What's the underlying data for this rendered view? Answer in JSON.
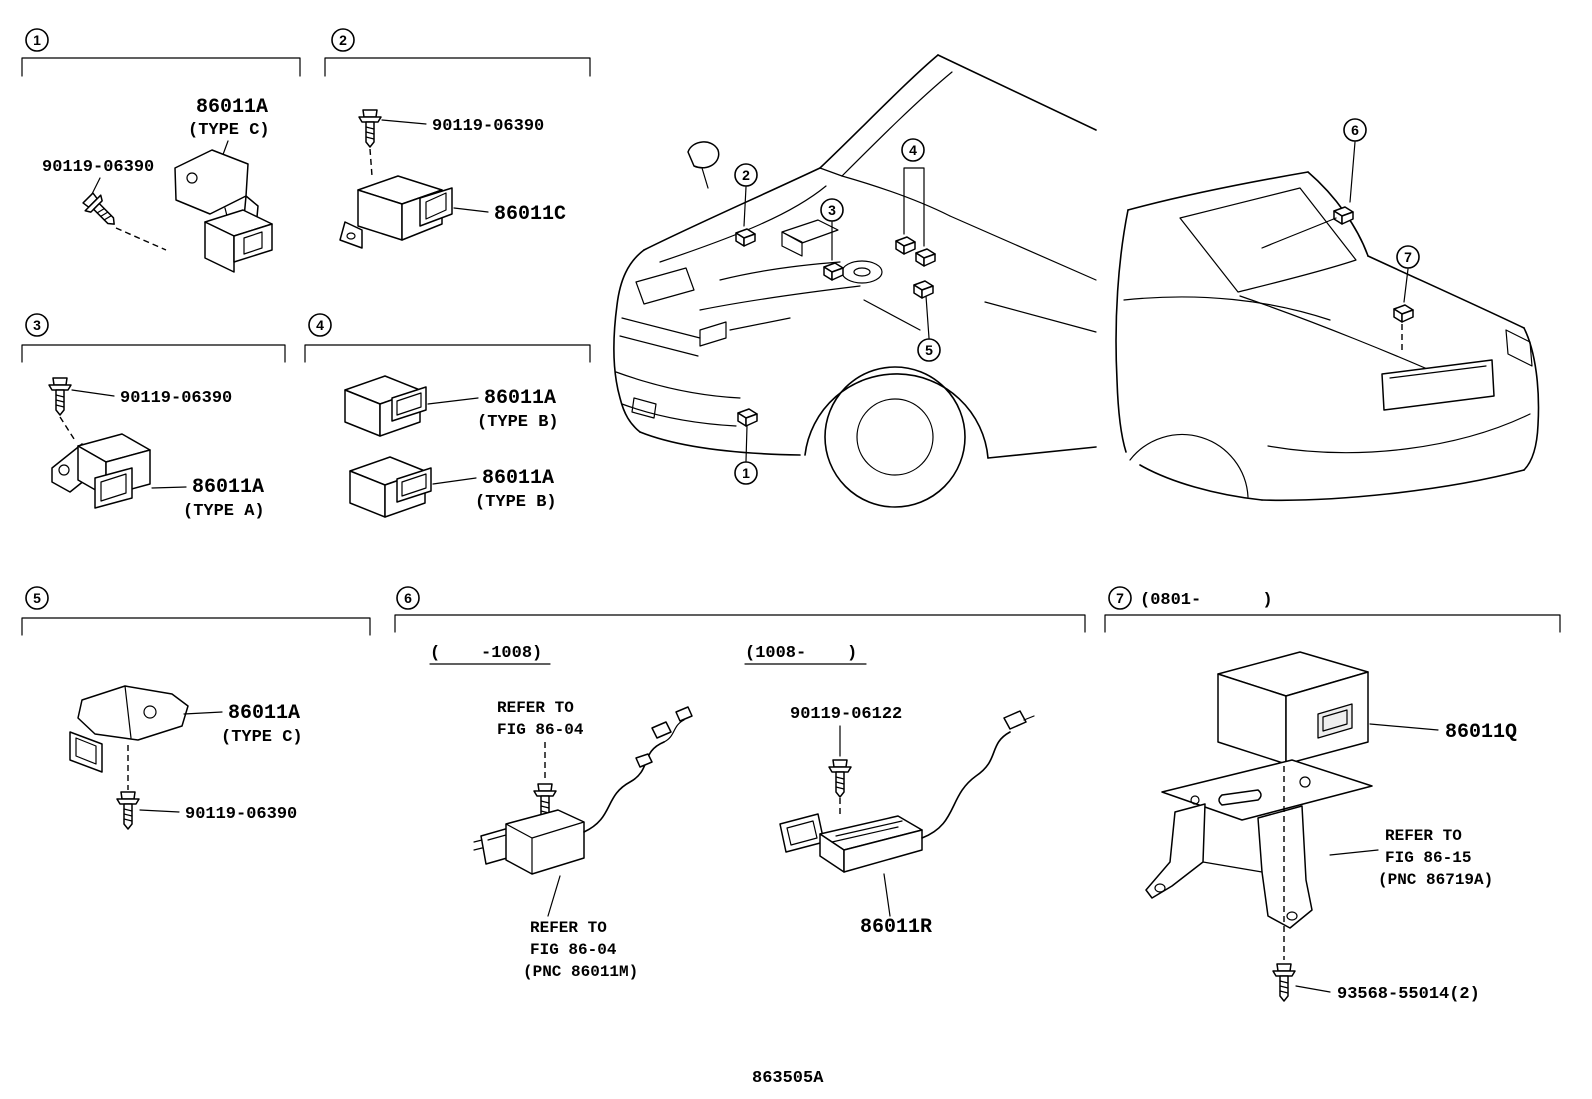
{
  "doc": {
    "number": "863505A"
  },
  "callouts": {
    "n1": "1",
    "n2": "2",
    "n3": "3",
    "n4": "4",
    "n5": "5",
    "n6": "6",
    "n7": "7"
  },
  "s1": {
    "part": "86011A",
    "type": "(TYPE C)",
    "bolt": "90119-06390"
  },
  "s2": {
    "bolt": "90119-06390",
    "part": "86011C"
  },
  "s3": {
    "bolt": "90119-06390",
    "part": "86011A",
    "type": "(TYPE A)"
  },
  "s4": {
    "part1": "86011A",
    "type1": "(TYPE B)",
    "part2": "86011A",
    "type2": "(TYPE B)"
  },
  "s5": {
    "part": "86011A",
    "type": "(TYPE C)",
    "bolt": "90119-06390"
  },
  "s6": {
    "range_early": "(    -1008)",
    "range_late": "(1008-    )",
    "refer_top_line1": "REFER TO",
    "refer_top_line2": "FIG 86-04",
    "bolt": "90119-06122",
    "refer_bottom_line1": "REFER TO",
    "refer_bottom_line2": "FIG 86-04",
    "refer_bottom_line3": "(PNC 86011M)",
    "part": "86011R"
  },
  "s7": {
    "date_range": "(0801-      )",
    "part": "86011Q",
    "refer_line1": "REFER TO",
    "refer_line2": "FIG 86-15",
    "refer_line3": "(PNC 86719A)",
    "bolt": "93568-55014(2)"
  }
}
